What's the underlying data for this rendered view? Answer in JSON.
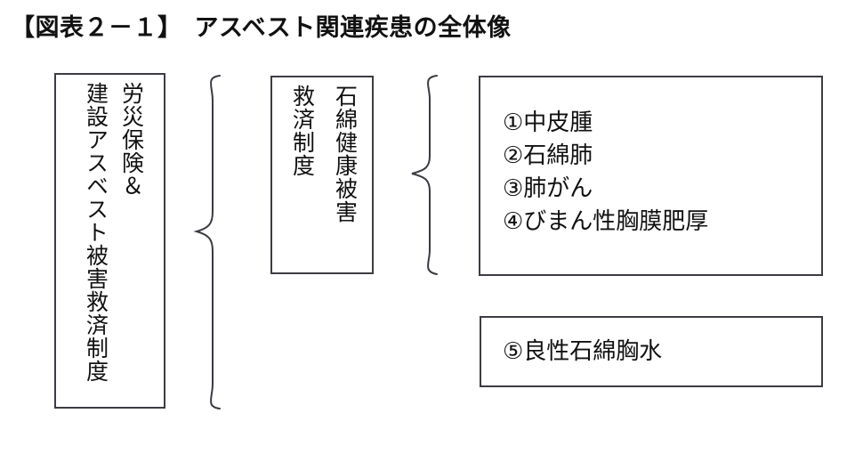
{
  "figure": {
    "title": "【図表２－１】　アスベスト関連疾患の全体像",
    "accent_color": "#3c3c44",
    "text_color": "#111111",
    "background_color": "#ffffff"
  },
  "left_box": {
    "name": "労災保険＆建設アスベスト被害救済制度",
    "columns": [
      "労災保険＆",
      "建設アスベスト被害救済制度"
    ]
  },
  "middle_box": {
    "name": "石綿健康被害救済制度",
    "columns": [
      "石綿健康被害",
      "救済制度"
    ]
  },
  "disease_box": {
    "items": [
      "①中皮腫",
      "②石綿肺",
      "③肺がん",
      "④びまん性胸膜肥厚"
    ]
  },
  "extra_box": {
    "items": [
      "⑤良性石綿胸水"
    ]
  },
  "connectors": [
    {
      "label": "左ブレース",
      "icon": "left-curly-brace-icon"
    },
    {
      "label": "中ブレース",
      "icon": "left-curly-brace-icon"
    }
  ]
}
